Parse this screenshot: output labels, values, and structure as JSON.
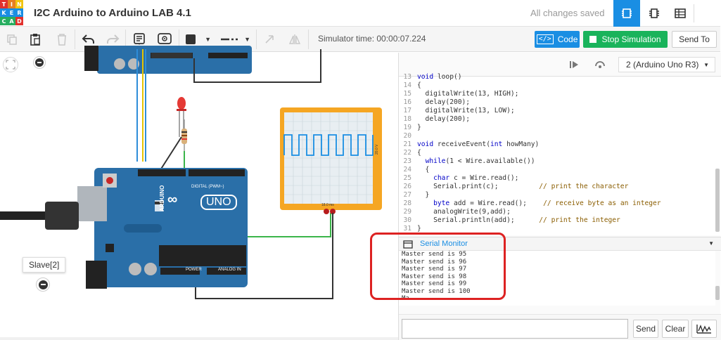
{
  "app": {
    "logo_letters": [
      "T",
      "I",
      "N",
      "K",
      "E",
      "R",
      "C",
      "A",
      "D"
    ],
    "logo_colors": [
      "#e2312d",
      "#e67e22",
      "#f1c40f",
      "#1a8ee3",
      "#1a8ee3",
      "#1a8ee3",
      "#27ae60",
      "#27ae60",
      "#e2312d"
    ],
    "title": "I2C Arduino to Arduino LAB 4.1",
    "save_status": "All changes saved",
    "accent": "#1a8ee3",
    "views": [
      "circuit-view-icon",
      "schematic-view-icon",
      "component-list-icon"
    ]
  },
  "toolbar": {
    "sim_time": "Simulator time: 00:00:07.224",
    "code_label": "Code",
    "stop_label": "Stop Simulation",
    "send_to_label": "Send To"
  },
  "canvas": {
    "slave_label": "Slave[2]",
    "oscilloscope_label": "18.0 ms",
    "oscilloscope_scale": "20.0 V",
    "board_brand": "ARDUINO",
    "board_model": "UNO",
    "digital_label": "DIGITAL (PWM~)",
    "power_label": "POWER",
    "analog_label": "ANALOG IN"
  },
  "panel": {
    "device_select": "2 (Arduino Uno R3)",
    "code_lines": [
      {
        "n": "13",
        "t": "void loop()"
      },
      {
        "n": "14",
        "t": "{"
      },
      {
        "n": "15",
        "t": "  digitalWrite(13, HIGH);"
      },
      {
        "n": "16",
        "t": "  delay(200);"
      },
      {
        "n": "17",
        "t": "  digitalWrite(13, LOW);"
      },
      {
        "n": "18",
        "t": "  delay(200);"
      },
      {
        "n": "19",
        "t": "}"
      },
      {
        "n": "20",
        "t": ""
      },
      {
        "n": "21",
        "t": "void receiveEvent(int howMany)"
      },
      {
        "n": "22",
        "t": "{"
      },
      {
        "n": "23",
        "t": "  while(1 < Wire.available())"
      },
      {
        "n": "24",
        "t": "  {"
      },
      {
        "n": "25",
        "t": "    char c = Wire.read();"
      },
      {
        "n": "26",
        "t": "    Serial.print(c);          // print the character"
      },
      {
        "n": "27",
        "t": "  }"
      },
      {
        "n": "28",
        "t": "    byte add = Wire.read();    // receive byte as an integer"
      },
      {
        "n": "29",
        "t": "    analogWrite(9,add);"
      },
      {
        "n": "30",
        "t": "    Serial.println(add);      // print the integer"
      },
      {
        "n": "31",
        "t": "}"
      }
    ],
    "serial_title": "Serial Monitor",
    "serial_lines": [
      "Master send is 95",
      "Master send is 96",
      "Master send is 97",
      "Master send is 98",
      "Master send is 99",
      "Master send is 100",
      "Ma"
    ],
    "send_label": "Send",
    "clear_label": "Clear"
  }
}
